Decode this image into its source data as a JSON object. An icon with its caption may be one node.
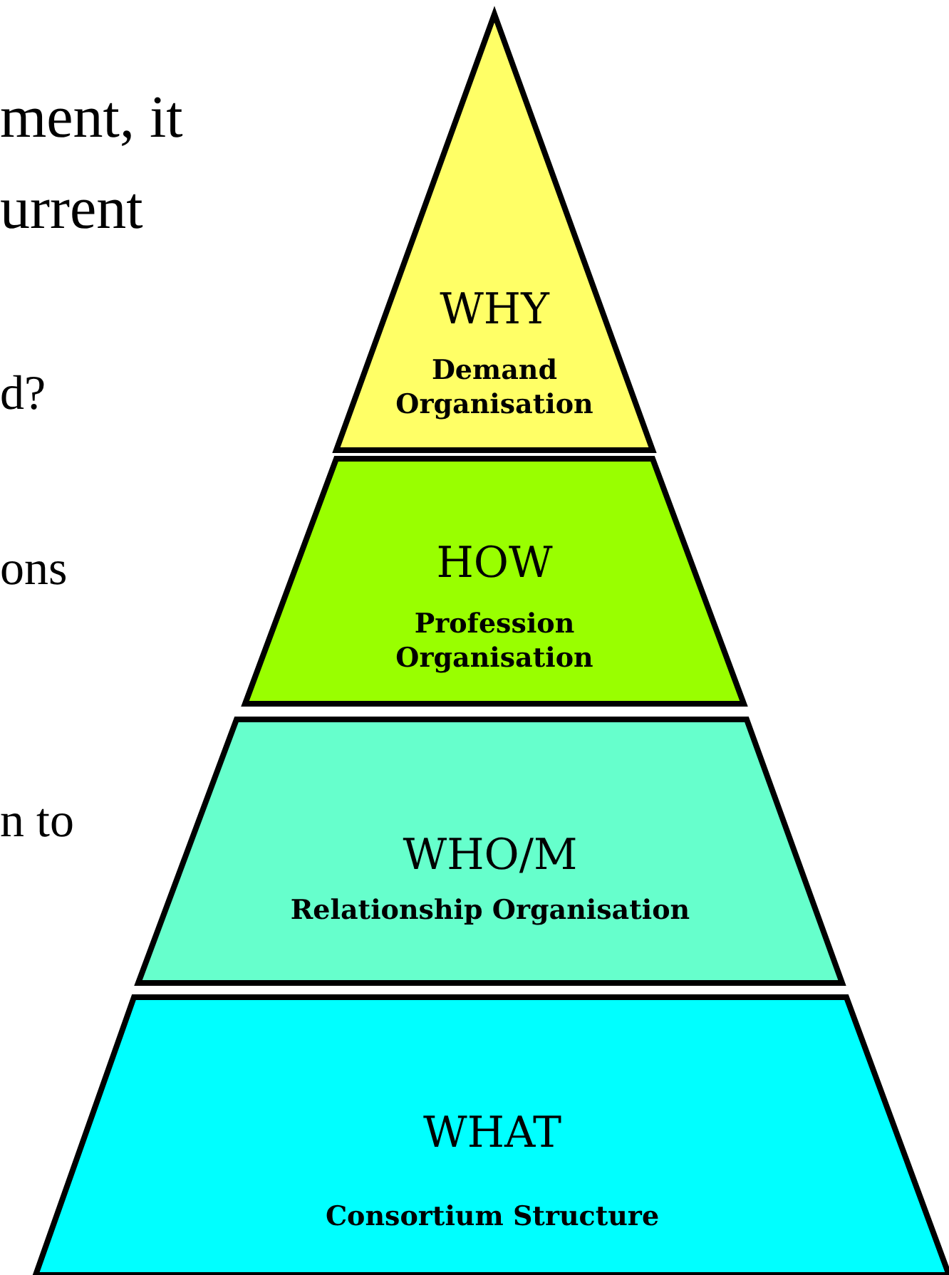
{
  "diagram": {
    "nodes": [
      {
        "text": [
          "WHY",
          "Demand Organisation"
        ]
      },
      {
        "text": [
          "HOW",
          "Profession Organisation"
        ]
      },
      {
        "text": [
          "WHO/M",
          "Relationship Organisation"
        ]
      },
      {
        "text": [
          "WHAT",
          "Consortium Structure"
        ]
      }
    ],
    "labels": [
      "ment, it",
      "urrent",
      "d?",
      "ons",
      "n to"
    ]
  }
}
